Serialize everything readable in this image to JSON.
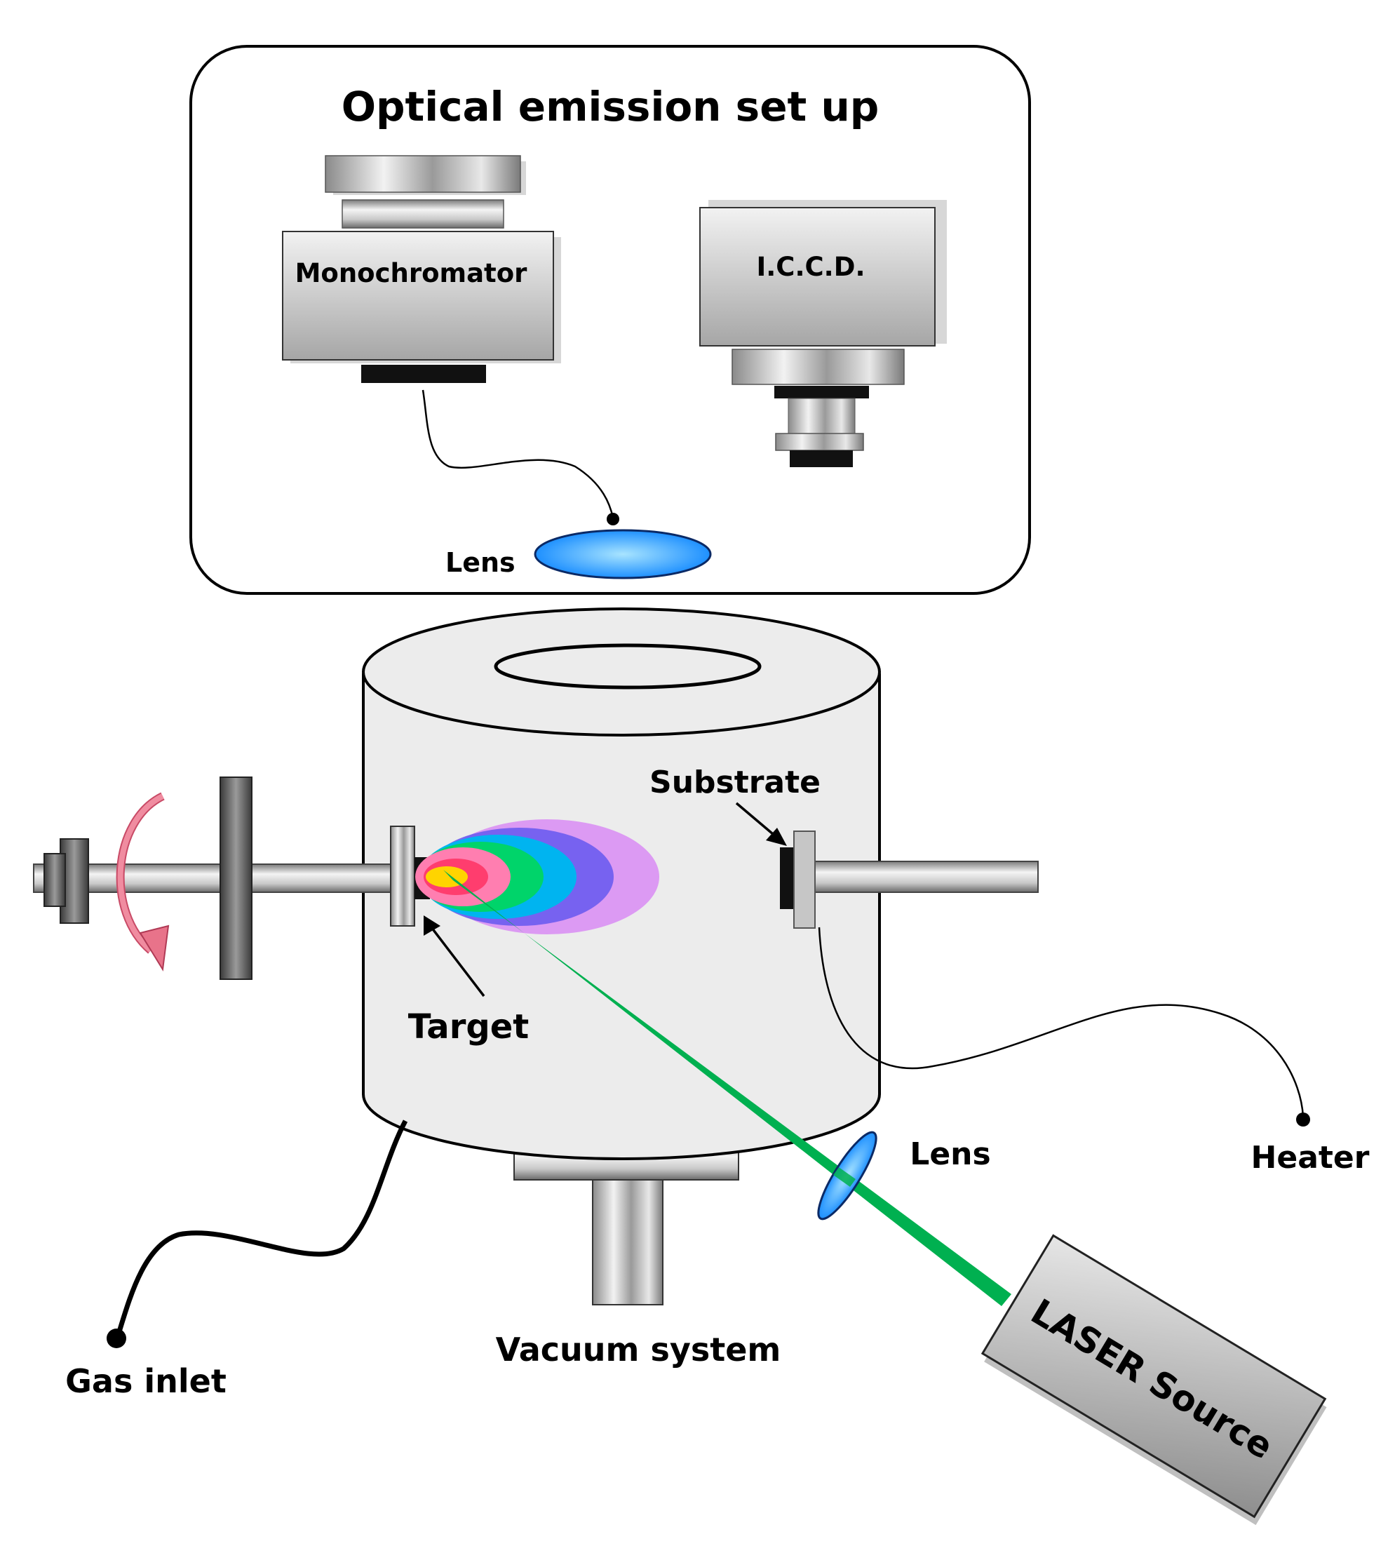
{
  "title": "Optical emission set up",
  "labels": {
    "monochromator": "Monochromator",
    "iccd": "I.C.C.D.",
    "lens_top": "Lens",
    "substrate": "Substrate",
    "target": "Target",
    "lens_bottom": "Lens",
    "heater": "Heater",
    "vacuum_system": "Vacuum system",
    "gas_inlet": "Gas inlet",
    "laser_source": "LASER Source"
  },
  "colors": {
    "laser_beam": "#00b050",
    "lens": "#1e90ff",
    "chamber": "#ececec",
    "rotation_arrow": "#e8738a",
    "plume": [
      "#ffd400",
      "#ff3d6e",
      "#00d46a",
      "#00b4f0",
      "#6c5cf0",
      "#d98cf5"
    ]
  },
  "icons": {
    "rotation": "curved-arrow-icon"
  }
}
